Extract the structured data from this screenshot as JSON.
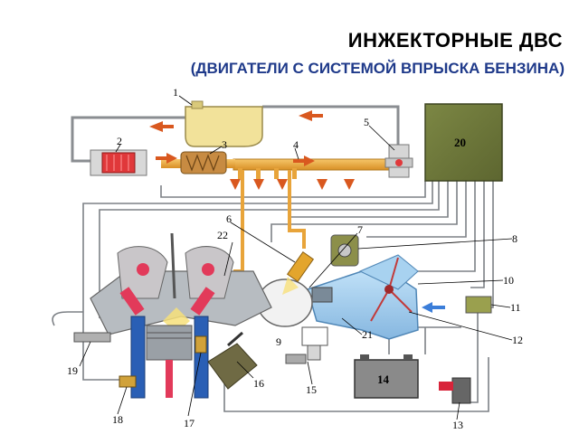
{
  "title": "ИНЖЕКТОРНЫЕ ДВС",
  "subtitle": "(ДВИГАТЕЛИ С СИСТЕМОЙ ВПРЫСКА БЕНЗИНА)",
  "labels": {
    "l1": "1",
    "l2": "2",
    "l3": "3",
    "l4": "4",
    "l5": "5",
    "l6": "6",
    "l7": "7",
    "l8": "8",
    "l9": "9",
    "l10": "10",
    "l11": "11",
    "l12": "12",
    "l13": "13",
    "l14": "14",
    "l15": "15",
    "l16": "16",
    "l17": "17",
    "l18": "18",
    "l19": "19",
    "l20": "20",
    "l21": "21",
    "l22": "22"
  },
  "colors": {
    "wire": "#7d8186",
    "fuel": "#e8a43a",
    "tank": "#f2e29a",
    "ecu": "#6f7a3c",
    "intake": "#9cc8ec",
    "engine_body": "#9aa0a6",
    "cylinder": "#2a5fb5",
    "spark": "#e23a5a",
    "arrow": "#d9581f"
  }
}
